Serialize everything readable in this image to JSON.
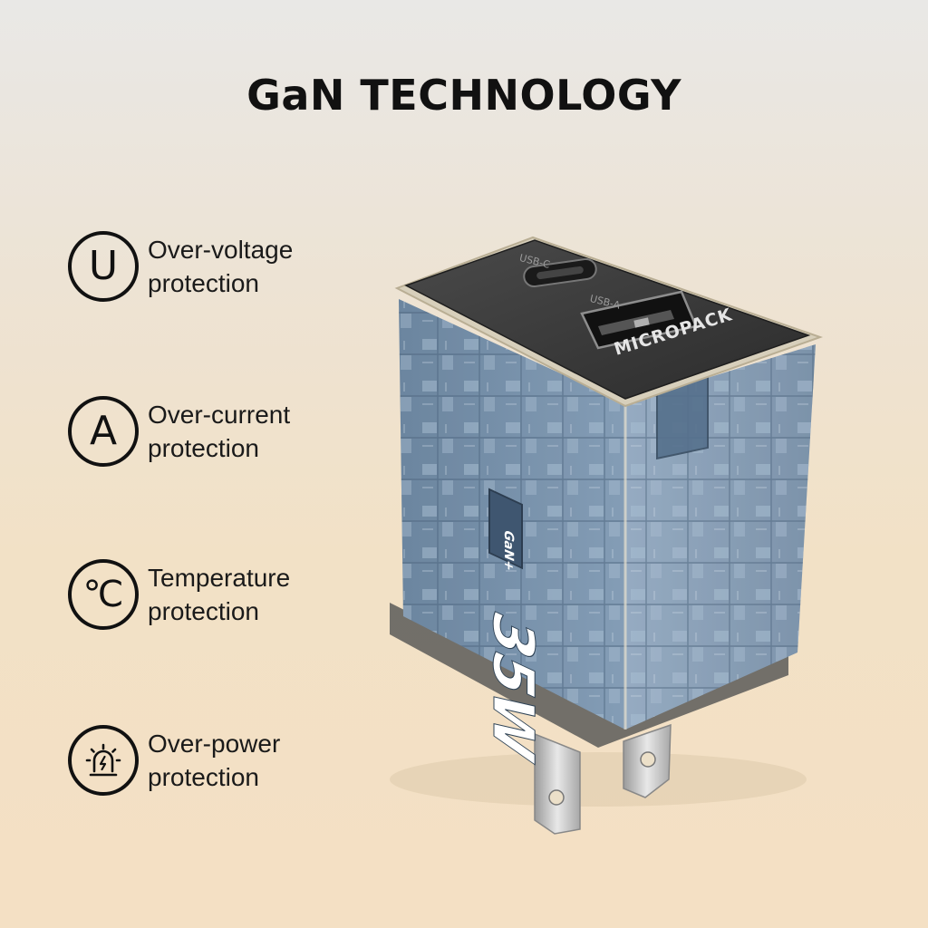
{
  "title": "GaN TECHNOLOGY",
  "features": [
    {
      "line1": "Over-voltage",
      "line2": "protection",
      "glyph": "U",
      "icon": "voltage-u-icon"
    },
    {
      "line1": "Over-current",
      "line2": "protection",
      "glyph": "A",
      "icon": "current-a-icon"
    },
    {
      "line1": "Temperature",
      "line2": "protection",
      "glyph": "℃",
      "icon": "temperature-celsius-icon"
    },
    {
      "line1": "Over-power",
      "line2": "protection",
      "glyph": "",
      "icon": "alarm-power-icon"
    }
  ],
  "product": {
    "port_c_label": "USB-C",
    "port_a_label": "USB-A",
    "brand": "MICROPACK",
    "chip_label": "GaN+",
    "wattage": "35W"
  },
  "colors": {
    "text": "#111111",
    "charger_top": "#3a3a3a",
    "circuit": "#6d8aa6",
    "trim": "#cfc7b3"
  }
}
